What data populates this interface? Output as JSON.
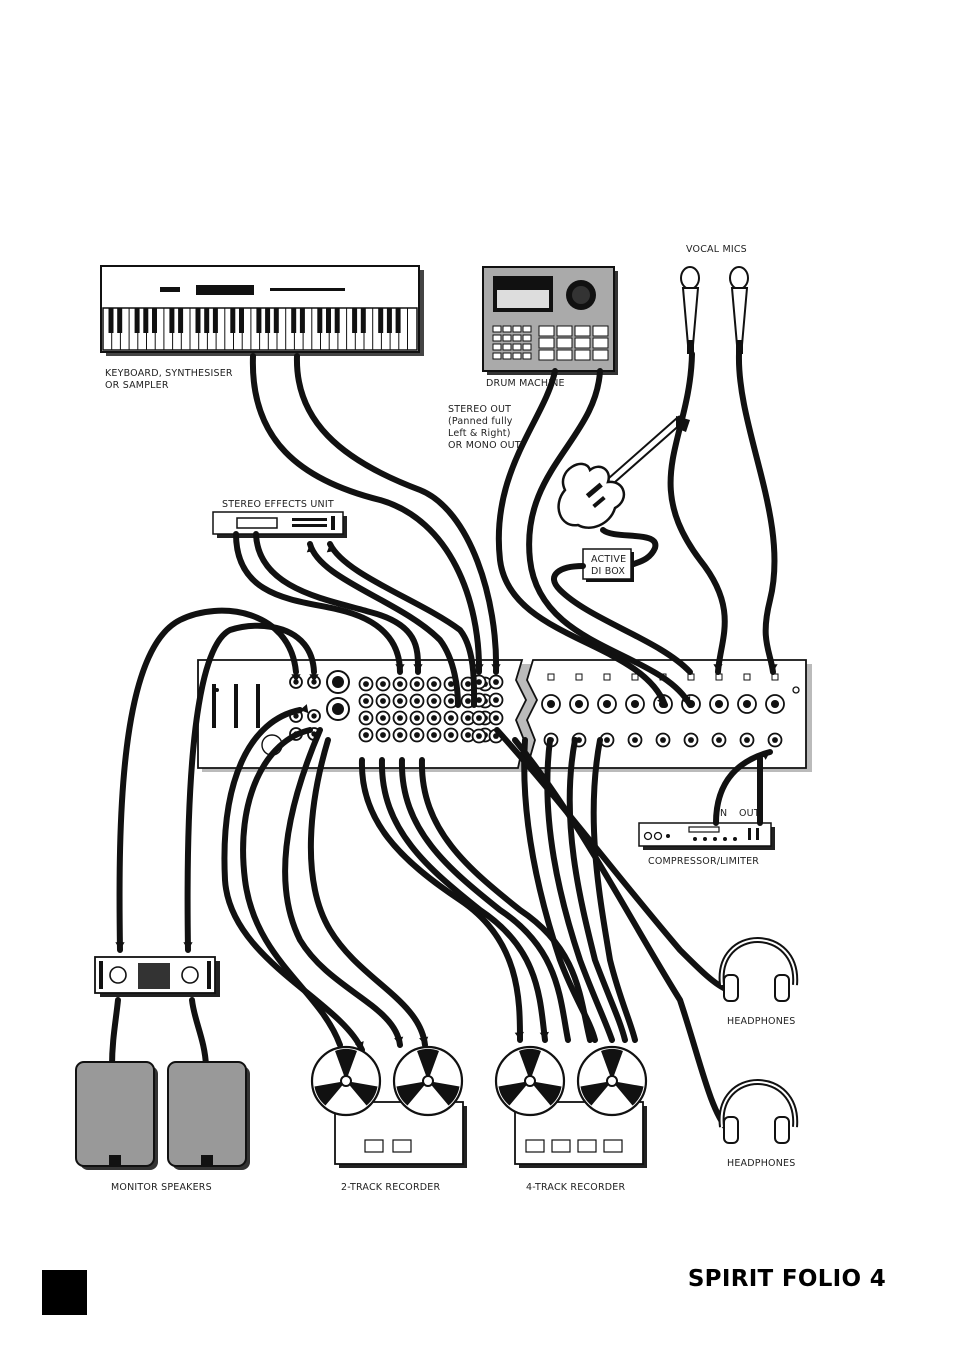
{
  "labels": {
    "keyboard_line1": "KEYBOARD, SYNTHESISER",
    "keyboard_line2": "OR SAMPLER",
    "drum_machine": "DRUM MACHINE",
    "vocal_mics": "VOCAL MICS",
    "stereo_out_1": "STEREO OUT",
    "stereo_out_2": "(Panned fully",
    "stereo_out_3": "Left & Right)",
    "stereo_out_4": "OR MONO OUT",
    "stereo_effects": "STEREO EFFECTS UNIT",
    "active_di_1": "ACTIVE",
    "active_di_2": "DI BOX",
    "compressor": "COMPRESSOR/LIMITER",
    "comp_in": "IN",
    "comp_out": "OUT",
    "headphones_1": "HEADPHONES",
    "headphones_2": "HEADPHONES",
    "monitor_speakers": "MONITOR SPEAKERS",
    "two_track": "2-TRACK RECORDER",
    "four_track": "4-TRACK RECORDER"
  },
  "footer": {
    "brand": "SPIRIT FOLIO 4"
  }
}
